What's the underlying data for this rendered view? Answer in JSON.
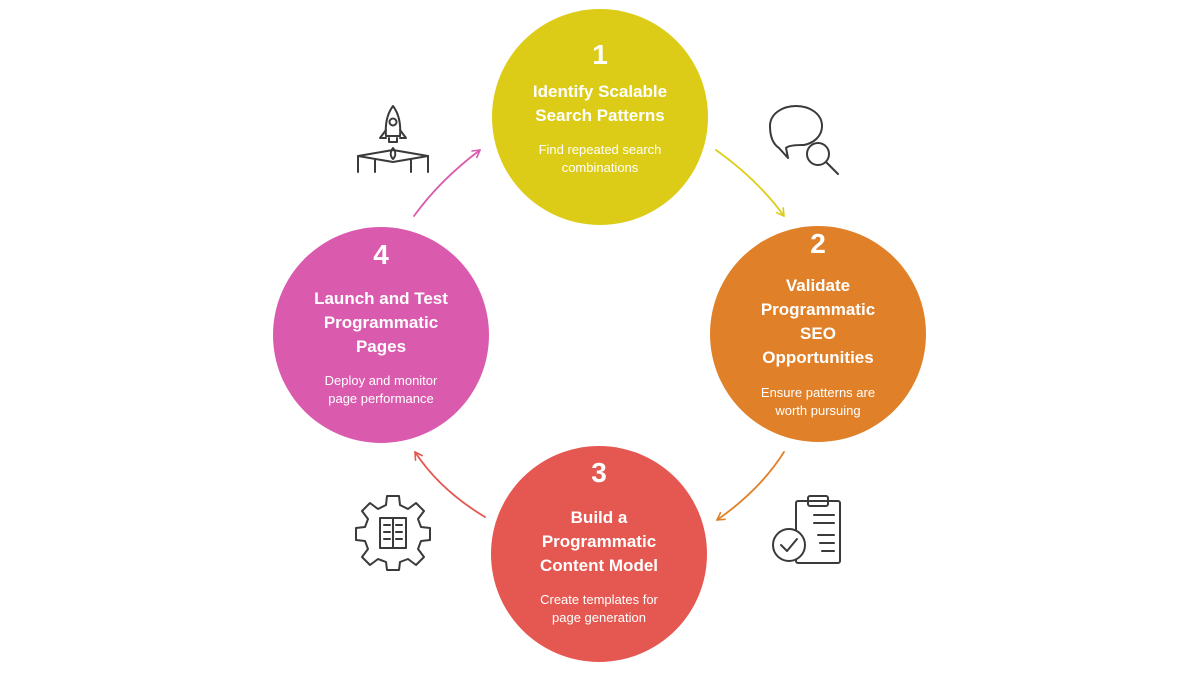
{
  "steps": [
    {
      "number": "1",
      "title": "Identify Scalable\nSearch Patterns",
      "description": "Find repeated search\ncombinations",
      "color": "#DDCC17",
      "icon": "speech-bubble-magnifier-icon"
    },
    {
      "number": "2",
      "title": "Validate\nProgrammatic\nSEO\nOpportunities",
      "description": "Ensure patterns are\nworth pursuing",
      "color": "#E0812A",
      "icon": "clipboard-check-icon"
    },
    {
      "number": "3",
      "title": "Build a\nProgrammatic\nContent Model",
      "description": "Create templates for\npage generation",
      "color": "#E55851",
      "icon": "gear-document-icon"
    },
    {
      "number": "4",
      "title": "Launch and Test\nProgrammatic\nPages",
      "description": "Deploy and monitor\npage performance",
      "color": "#DA5BAE",
      "icon": "rocket-launch-icon"
    }
  ],
  "connectors": [
    {
      "from": "1",
      "to": "2",
      "color": "#DDCC17"
    },
    {
      "from": "2",
      "to": "3",
      "color": "#E0812A"
    },
    {
      "from": "3",
      "to": "4",
      "color": "#E55851"
    },
    {
      "from": "4",
      "to": "1",
      "color": "#DA5BAE"
    }
  ],
  "icon_color": "#3a3a3a"
}
